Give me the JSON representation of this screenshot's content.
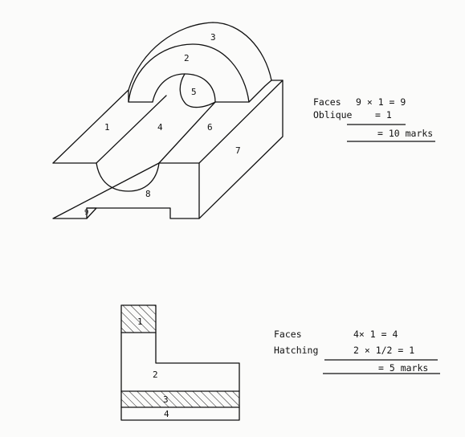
{
  "colors": {
    "ink": "#111111",
    "paper": "#fbfbfa"
  },
  "isometric": {
    "face_labels": [
      "1",
      "2",
      "3",
      "4",
      "5",
      "6",
      "7",
      "8",
      "9"
    ],
    "calc": {
      "row1_name": "Faces",
      "row1_expr": "9 × 1 = 9",
      "row2_name": "Oblique",
      "row2_expr": "= 1",
      "total": "= 10 marks"
    }
  },
  "section": {
    "face_labels": [
      "1",
      "2",
      "3",
      "4"
    ],
    "calc": {
      "row1_name": "Faces",
      "row1_expr": "4× 1  =  4",
      "row2_name": "Hatching",
      "row2_expr": "2 × 1/2 = 1",
      "total": "= 5 marks"
    }
  }
}
